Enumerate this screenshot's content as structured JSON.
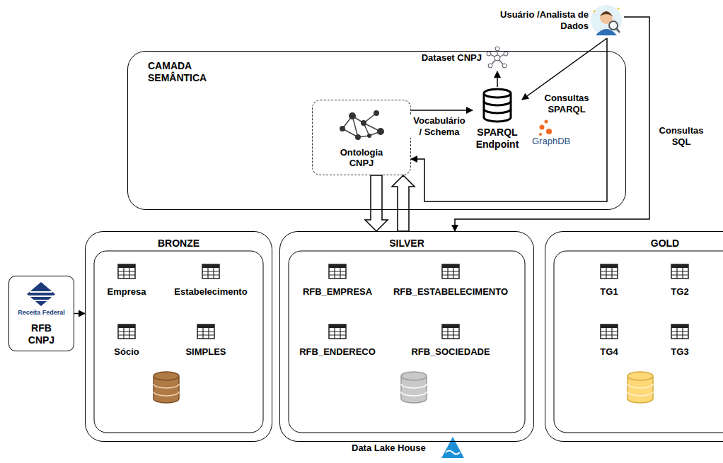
{
  "diagram": {
    "nodes": [
      {
        "text": [
          "CAMADA SEMÂNTICA"
        ]
      },
      {
        "text": [
          "Ontologia CNPJ"
        ],
        "in": 0
      },
      {
        "text": [
          "SPARQL Endpoint"
        ],
        "in": 0
      },
      {
        "text": [
          "Dataset CNPJ"
        ],
        "in": 0
      },
      {
        "text": [
          "Usuário /Analista de Dados"
        ]
      },
      {
        "text": [
          "Receita Federal",
          "RFB CNPJ"
        ]
      },
      {
        "text": [
          "BRONZE"
        ]
      },
      {
        "text": [
          "Empresa"
        ],
        "in": 6
      },
      {
        "text": [
          "Estabelecimento"
        ],
        "in": 6
      },
      {
        "text": [
          "Sócio"
        ],
        "in": 6
      },
      {
        "text": [
          "SIMPLES"
        ],
        "in": 6
      },
      {
        "text": [
          "SILVER"
        ]
      },
      {
        "text": [
          "RFB_EMPRESA"
        ],
        "in": 11
      },
      {
        "text": [
          "RFB_ESTABELECIMENTO"
        ],
        "in": 11
      },
      {
        "text": [
          "RFB_ENDERECO"
        ],
        "in": 11
      },
      {
        "text": [
          "RFB_SOCIEDADE"
        ],
        "in": 11
      },
      {
        "text": [
          "GOLD"
        ]
      },
      {
        "text": [
          "TG1"
        ],
        "in": 16
      },
      {
        "text": [
          "TG2"
        ],
        "in": 16
      },
      {
        "text": [
          "TG4"
        ],
        "in": 16
      },
      {
        "text": [
          "TG3"
        ],
        "in": 16
      }
    ],
    "edges": [
      {
        "from": 2,
        "to": 3,
        "arrow": "to"
      },
      {
        "from": 1,
        "to": 2,
        "label": "Vocabulário / Schema",
        "arrow": "to"
      },
      {
        "from": 4,
        "to": 2,
        "label": "Consultas SPARQL",
        "arrow": "to"
      },
      {
        "from": 4,
        "to": 1,
        "arrow": "to"
      },
      {
        "from": 4,
        "to": 11,
        "label": "Consultas SQL",
        "arrow": "to"
      },
      {
        "from": 1,
        "to": 11,
        "arrow": "to"
      },
      {
        "from": 11,
        "to": 1,
        "arrow": "to"
      },
      {
        "from": 5,
        "to": 6,
        "arrow": "to"
      }
    ],
    "labels": [
      "GraphDB",
      "Data Lake House"
    ]
  }
}
